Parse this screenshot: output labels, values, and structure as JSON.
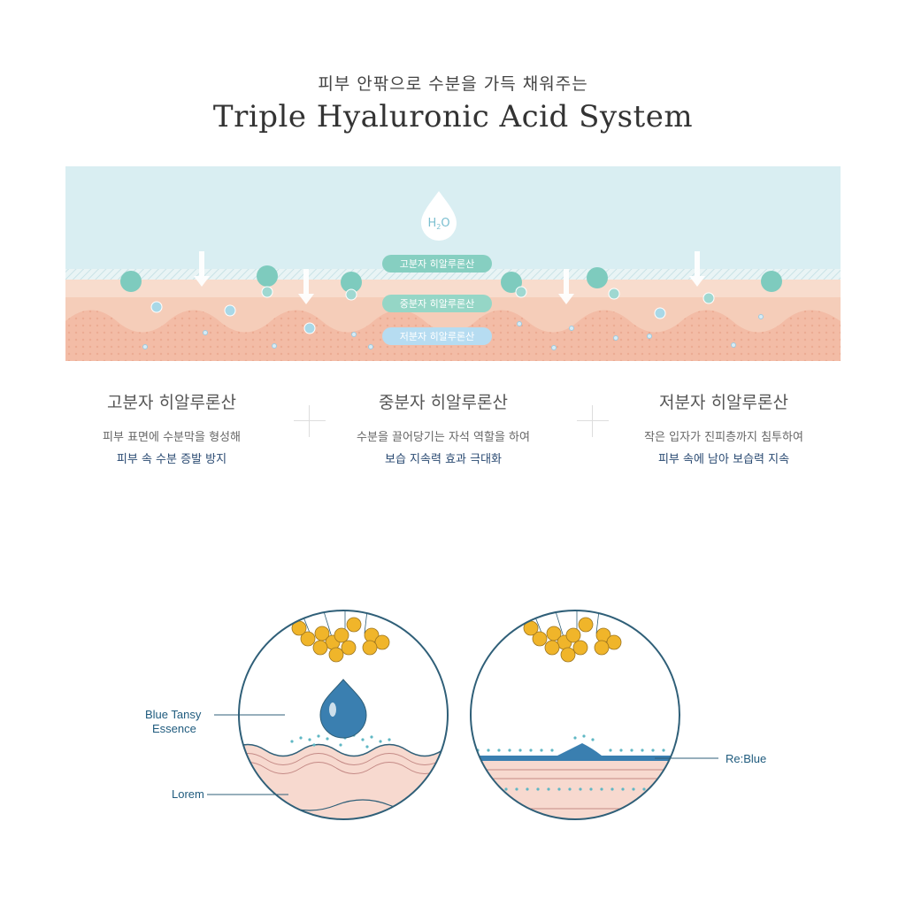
{
  "header": {
    "subtitle": "피부 안팎으로 수분을 가득 채워주는",
    "title": "Triple Hyaluronic Acid System"
  },
  "diagram": {
    "water_label_main": "H",
    "water_label_sub": "2",
    "water_label_end": "O",
    "layer_labels": [
      "고분자 히알루론산",
      "중분자 히알루론산",
      "저분자 히알루론산"
    ],
    "colors": {
      "sky": "#d9eef2",
      "skin_top": "#f6d5c5",
      "skin_bottom": "#f3c0ab",
      "high_mw": "#7ecbbe",
      "mid_mw": "#8fd1c3",
      "low_mw": "#a8d6ee"
    }
  },
  "columns": [
    {
      "heading": "고분자 히알루론산",
      "desc1": "피부 표면에 수분막을 형성해",
      "desc2": "피부 속 수분 증발 방지"
    },
    {
      "heading": "중분자 히알루론산",
      "desc1": "수분을 끌어당기는 자석 역할을 하여",
      "desc2": "보습 지속력 효과 극대화"
    },
    {
      "heading": "저분자 히알루론산",
      "desc1": "작은 입자가 진피층까지 침투하여",
      "desc2": "피부 속에 남아 보습력 지속"
    }
  ],
  "illustration": {
    "label_essence_line1": "Blue Tansy",
    "label_essence_line2": "Essence",
    "label_lorem": "Lorem",
    "label_reblue": "Re:Blue",
    "colors": {
      "outline": "#2f5f78",
      "flower": "#f0b52a",
      "drop": "#3a7fb0",
      "skin": "#f7d9cf",
      "dots": "#5fb7c4"
    }
  }
}
